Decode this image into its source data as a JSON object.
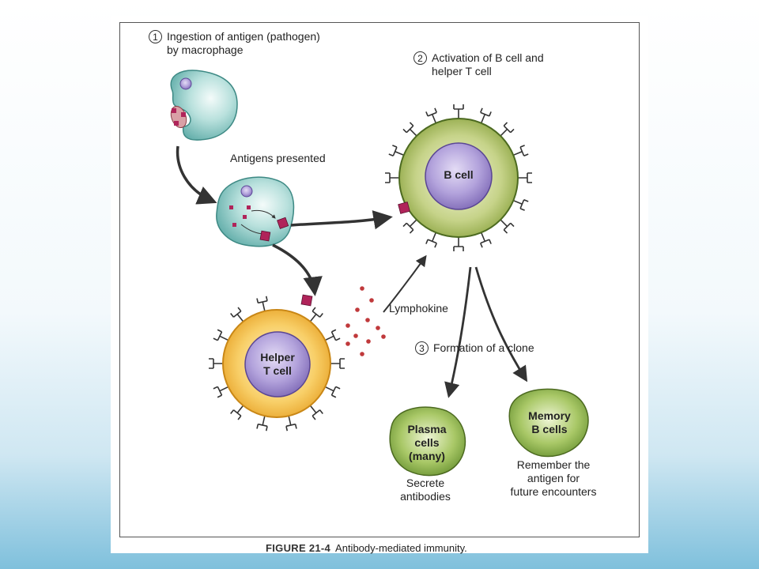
{
  "steps": [
    {
      "number": "1",
      "text_line1": "Ingestion of antigen (pathogen)",
      "text_line2": "by macrophage"
    },
    {
      "number": "2",
      "text_line1": "Activation of B cell and",
      "text_line2": "helper T cell"
    },
    {
      "number": "3",
      "text_line1": "Formation of a clone"
    }
  ],
  "labels": {
    "antigens_presented": "Antigens presented",
    "lymphokine": "Lymphokine",
    "b_cell": "B cell",
    "helper_t_line1": "Helper",
    "helper_t_line2": "T cell",
    "plasma_line1": "Plasma",
    "plasma_line2": "cells",
    "plasma_line3": "(many)",
    "memory_line1": "Memory",
    "memory_line2": "B cells",
    "plasma_desc_line1": "Secrete",
    "plasma_desc_line2": "antibodies",
    "memory_desc_line1": "Remember the",
    "memory_desc_line2": "antigen for",
    "memory_desc_line3": "future encounters"
  },
  "caption": {
    "figure": "FIGURE 21-4",
    "text": "Antibody-mediated immunity."
  },
  "colors": {
    "macrophage": "#6fb9b4",
    "b_cell_outer": "#9bb24a",
    "b_cell_nucleus": "#9a86c9",
    "helper_outer": "#f2b43a",
    "helper_nucleus": "#9a86c9",
    "plasma": "#86ad46",
    "antigen": "#b0245a",
    "lymphokine_dot": "#c0393b",
    "arrow": "#333333"
  }
}
